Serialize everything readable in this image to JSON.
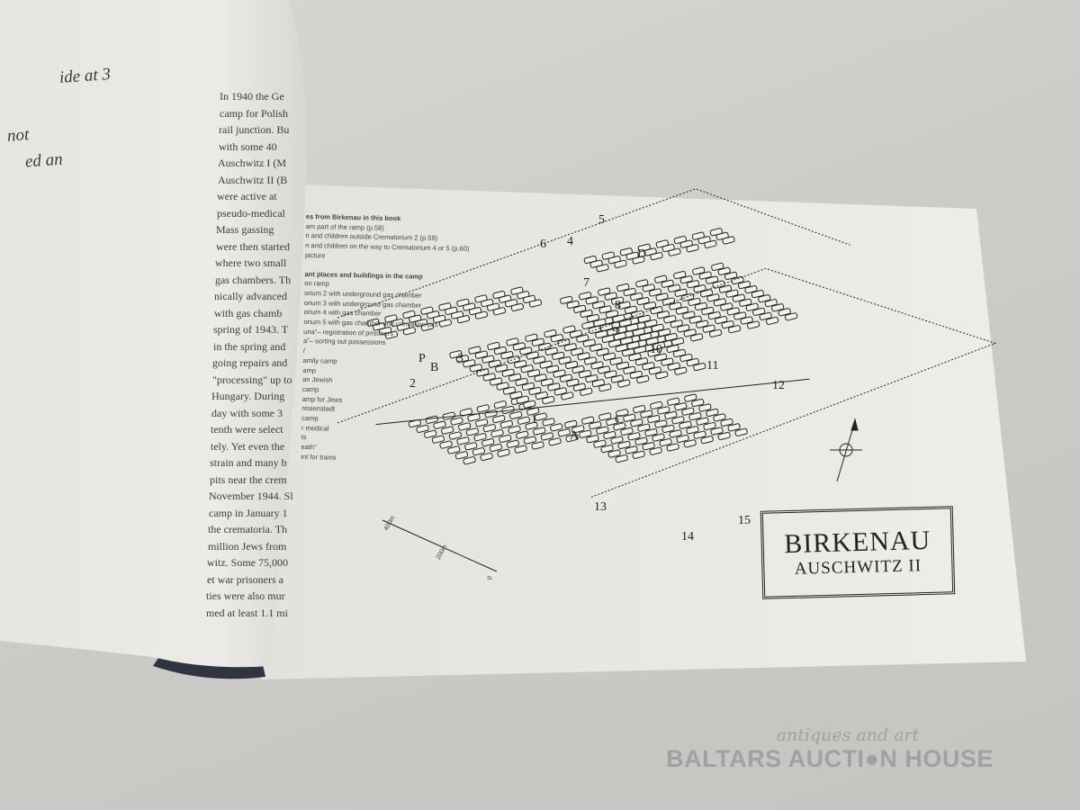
{
  "left_page": {
    "edge_lines": [
      "ide at 3",
      "",
      "not",
      "ed an"
    ],
    "column_lines": [
      "In 1940 the Ge",
      "camp for Polish",
      "rail junction. Bu",
      "with some 40",
      "Auschwitz I (M",
      "Auschwitz II (B",
      "were active at",
      "pseudo-medical",
      "Mass gassing",
      "were then started",
      "where two small",
      "gas chambers. Th",
      "nically advanced",
      "with gas chamb",
      "spring of 1943. T",
      "in the spring and",
      "going repairs and",
      "\"processing\" up to",
      "Hungary. During",
      "day with some 3",
      "tenth were select",
      "tely. Yet even the",
      "strain and many b",
      "pits near the crem",
      "November 1944. Sl",
      "camp in January 1",
      "the crematoria. Th",
      "million Jews from",
      "witz. Some 75,000",
      "et war prisoners a",
      "ties were also mur",
      "med at least 1.1 mi"
    ]
  },
  "legend": {
    "heading1": "es from Birkenau in this book",
    "photos": [
      "am part of the ramp (p.58)",
      "n and children outside Crematorium 2 (p.59)",
      "n and children on the way to Crematorium 4 or 5 (p.60)",
      "picture"
    ],
    "heading2": "ant places and buildings in the camp",
    "places": [
      "on ramp",
      "orium 2 with underground gas chamber",
      "orium 3 with underground gas chamber",
      "orium 4 with gas chamber",
      "orium 5 with gas chamber and cremation pits",
      "una\"– registration of prisoners",
      "a\"– sorting out possessions",
      "/",
      "amily camp",
      "amp",
      "an Jewish",
      "camp",
      "amp for Jews",
      "resienstadt",
      "camp",
      "r medical",
      "ts",
      "eath\"",
      "int for trains"
    ]
  },
  "map": {
    "labels": [
      "1",
      "2",
      "3",
      "4",
      "5",
      "6",
      "7",
      "8",
      "9",
      "10",
      "11",
      "12",
      "13",
      "14",
      "15",
      "A",
      "B",
      "C",
      "D",
      "P"
    ],
    "scale": [
      "400m",
      "200m",
      "0"
    ]
  },
  "title": {
    "line1": "BIRKENAU",
    "line2": "AUSCHWITZ II"
  },
  "watermark": {
    "tagline": "antiques and art",
    "name": "BALTARS AUCTI●N HOUSE"
  }
}
